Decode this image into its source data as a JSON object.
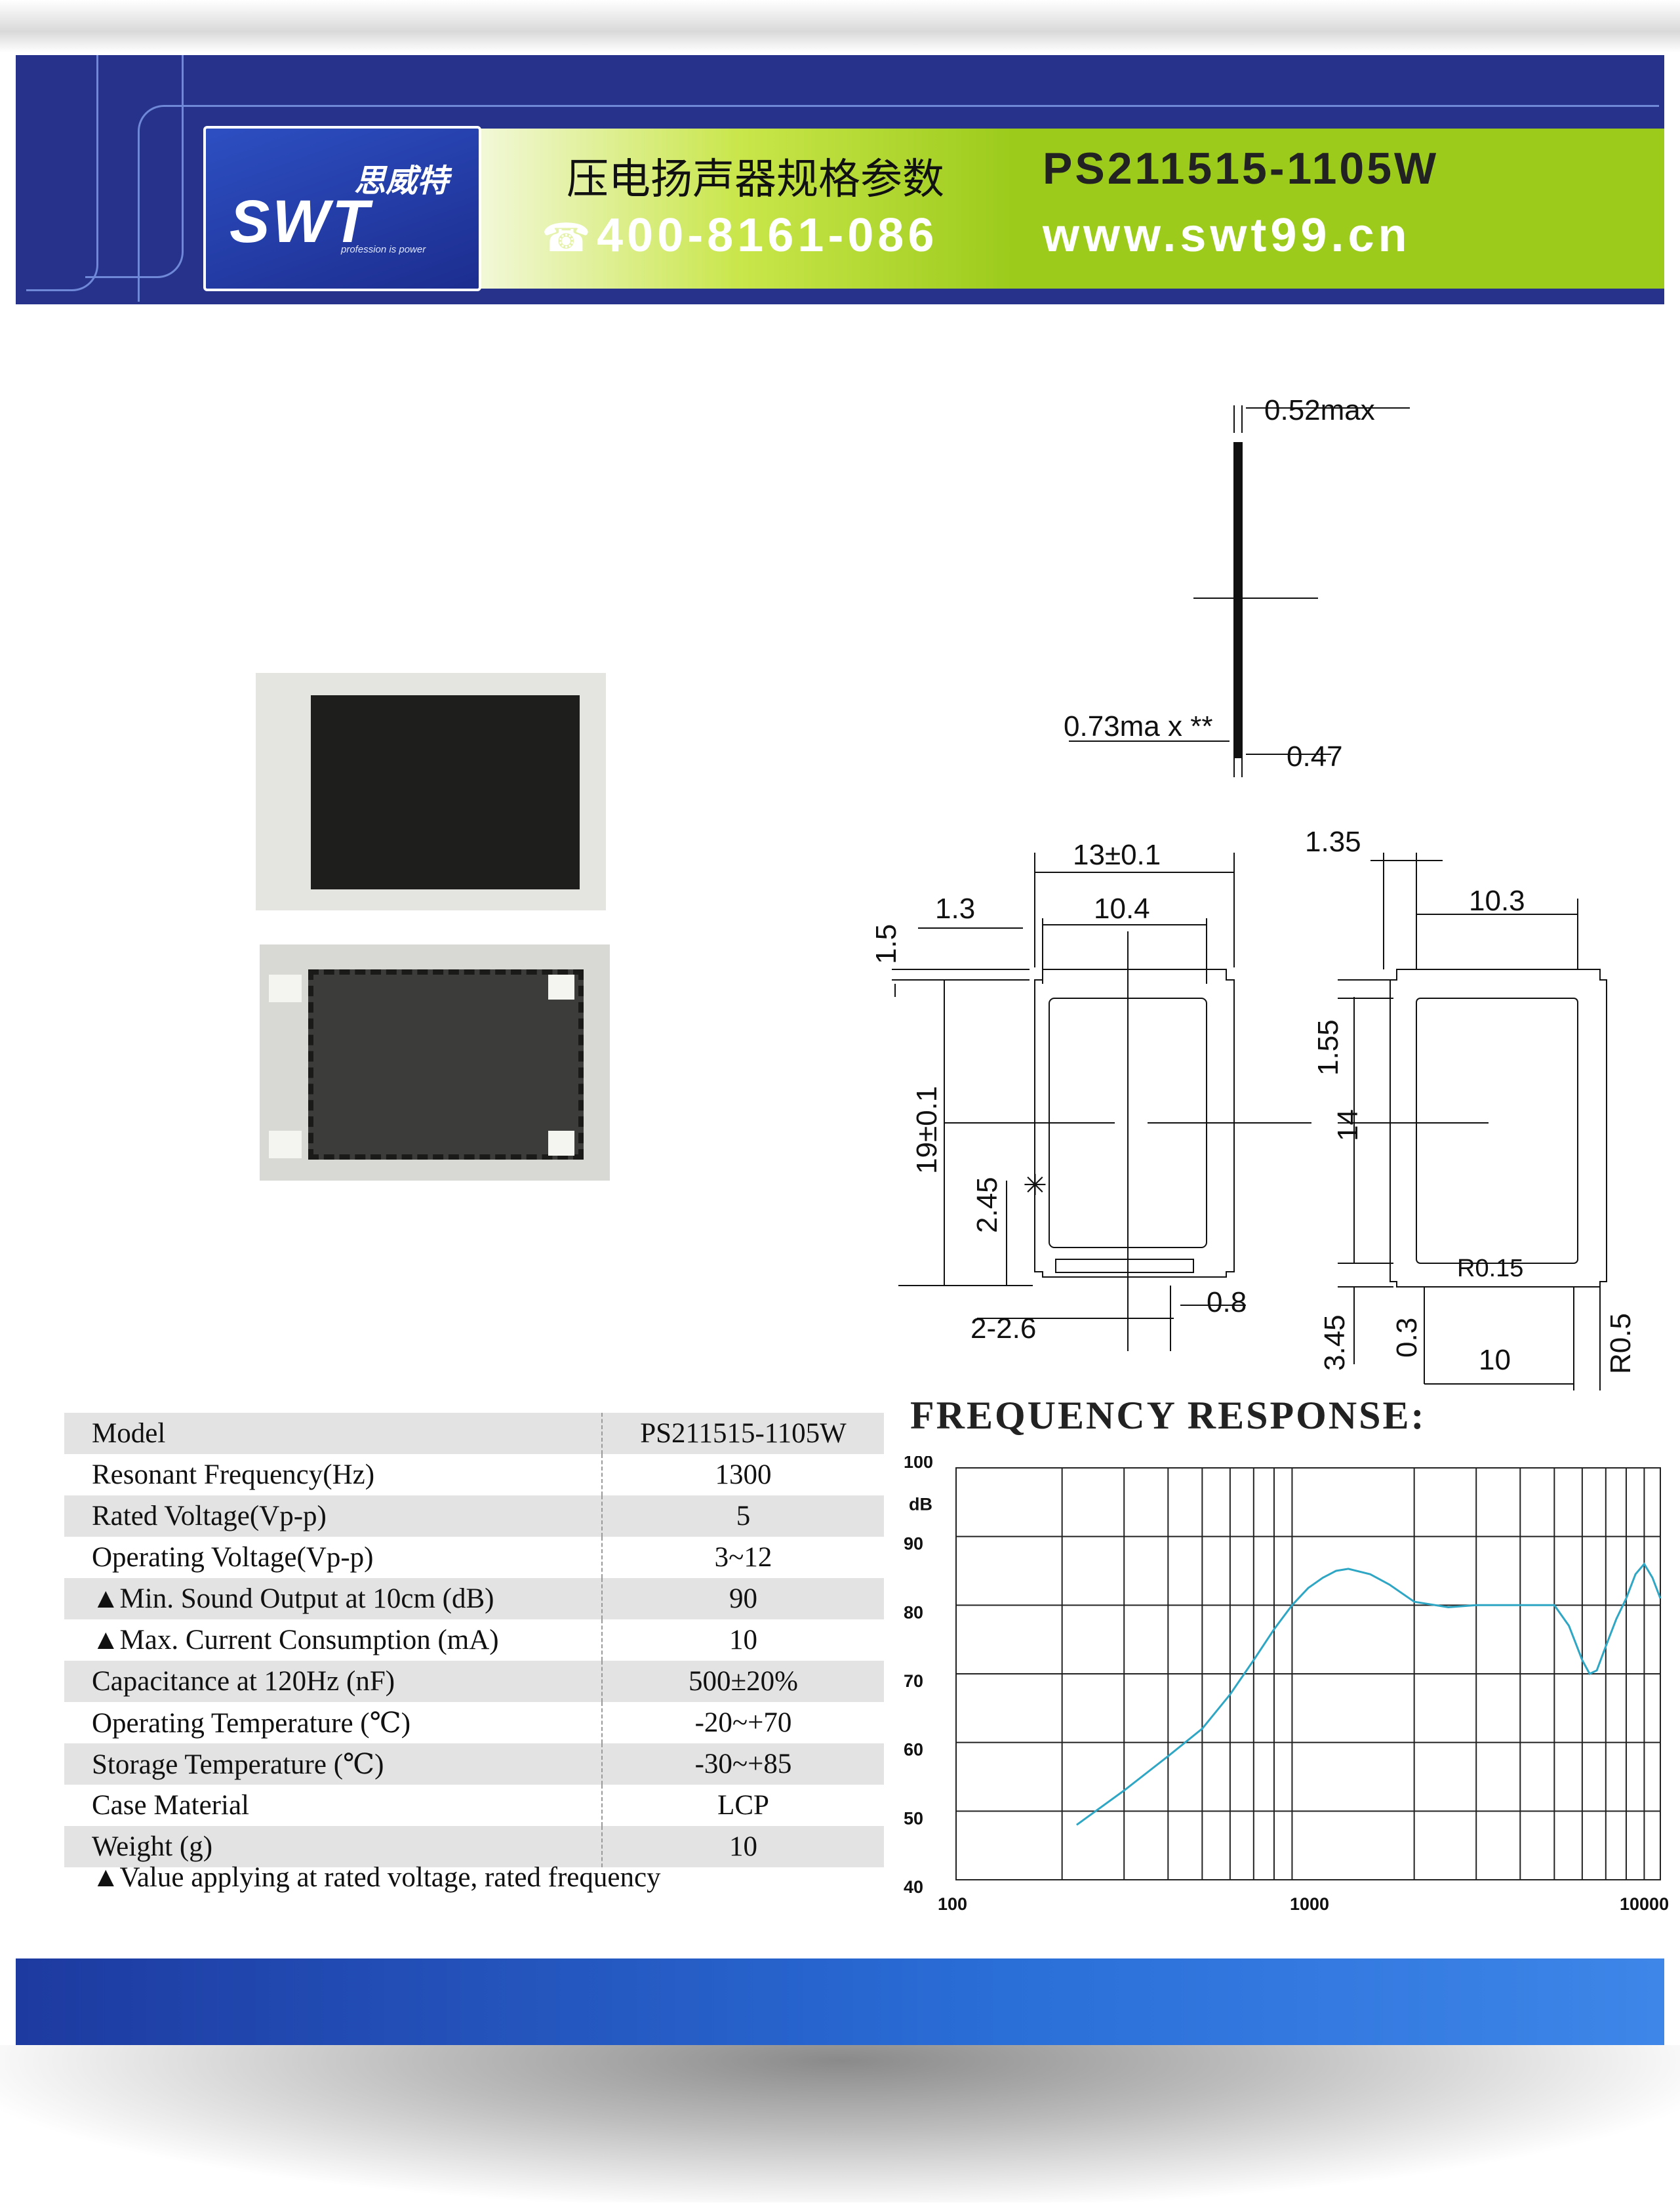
{
  "header": {
    "brand_cn": "思威特",
    "brand_en": "SWT",
    "tagline": "profession is power",
    "title_cn": "压电扬声器规格参数",
    "model": "PS211515-1105W",
    "phone_icon": "☎",
    "phone": "400-8161-086",
    "website": "www.swt99.cn"
  },
  "drawing": {
    "side_view": {
      "thickness_top": "0.52max",
      "thickness_left": "0.73ma x **",
      "thickness_bottom": "0.47"
    },
    "front_view": {
      "width_outer": "13±0.1",
      "width_inner": "10.4",
      "offset": "1.3",
      "top_margin": "1.5",
      "height_outer": "19±0.1",
      "height_lower": "2.45",
      "pad": "2-2.6",
      "pad_gap": "0.8",
      "mark": "✳"
    },
    "rear_view": {
      "margin": "1.35",
      "width_inner": "10.3",
      "top_margin": "1.55",
      "height_inner": "14",
      "corner_radius_inner": "R0.15",
      "bottom": "3.45",
      "edge": "0.3",
      "width_bottom": "10",
      "corner_radius_outer": "R0.5"
    }
  },
  "specs": {
    "rows": [
      {
        "label": "Model",
        "value": "PS211515-1105W"
      },
      {
        "label": "Resonant Frequency(Hz)",
        "value": "1300"
      },
      {
        "label": "Rated Voltage(Vp-p)",
        "value": "5"
      },
      {
        "label": "Operating Voltage(Vp-p)",
        "value": "3~12"
      },
      {
        "label": "▲Min. Sound Output at 10cm (dB)",
        "value": "90"
      },
      {
        "label": "▲Max. Current Consumption (mA)",
        "value": "10"
      },
      {
        "label": "Capacitance at 120Hz (nF)",
        "value": "500±20%"
      },
      {
        "label": "Operating Temperature (℃)",
        "value": "-20~+70"
      },
      {
        "label": "Storage Temperature (℃)",
        "value": "-30~+85"
      },
      {
        "label": "Case Material",
        "value": "LCP"
      },
      {
        "label": "Weight (g)",
        "value": "10"
      }
    ],
    "note": "▲Value applying at rated voltage, rated frequency"
  },
  "chart_data": {
    "type": "line",
    "title": "FREQUENCY RESPONSE:",
    "x_scale": "log",
    "xlim": [
      100,
      10000
    ],
    "ylim": [
      40,
      100
    ],
    "x_ticks": [
      "100",
      "1000",
      "10000"
    ],
    "y_ticks": [
      "100",
      "90",
      "80",
      "70",
      "60",
      "50",
      "40"
    ],
    "y_unit": "dB",
    "grid": true,
    "line_color": "#2ea6c4",
    "series": [
      {
        "x": [
          220,
          300,
          400,
          500,
          600,
          700,
          800,
          900,
          1000,
          1100,
          1200,
          1300,
          1500,
          1700,
          2000,
          2500,
          3000,
          3500,
          4000,
          4500,
          5000,
          5500,
          6000,
          6300,
          6600,
          7000,
          7500,
          8000,
          8500,
          9000,
          9500,
          10000
        ],
        "y": [
          48,
          53,
          58,
          62,
          67,
          72,
          76.5,
          80,
          82.5,
          84,
          85,
          85.3,
          84.5,
          83,
          80.5,
          79.7,
          80,
          80,
          80,
          80,
          80,
          77,
          72,
          70,
          70.5,
          74,
          78,
          81,
          84.5,
          86,
          84,
          81
        ]
      }
    ]
  }
}
